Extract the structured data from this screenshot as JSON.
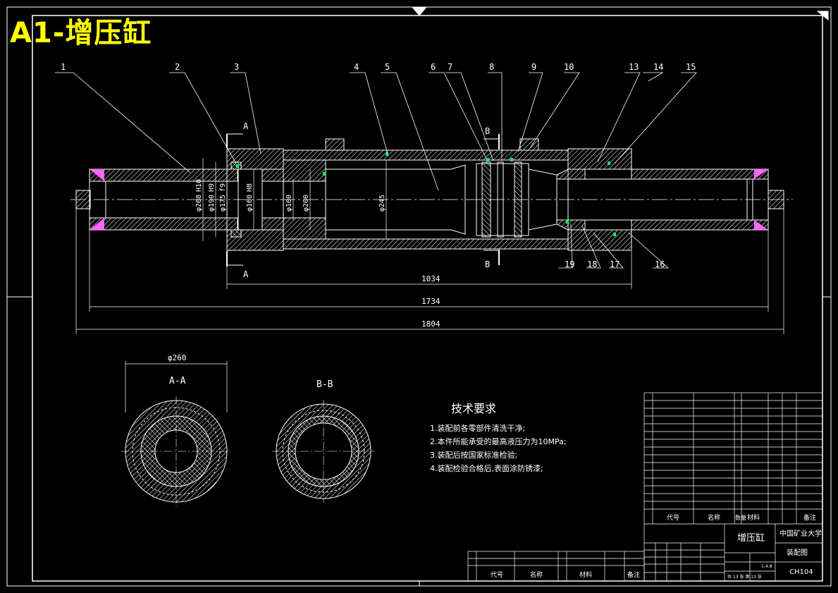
{
  "title": "A1-增压缸",
  "balloons": [
    "1",
    "2",
    "3",
    "4",
    "5",
    "6",
    "7",
    "8",
    "9",
    "10",
    "13",
    "14",
    "15",
    "19",
    "18",
    "17",
    "16"
  ],
  "section_marks": {
    "a": "A",
    "b": "B"
  },
  "diameters": {
    "d208": "φ208",
    "d190": "φ190",
    "d175": "φ175",
    "d160": "φ160",
    "d100": "φ100",
    "d200": "φ200",
    "d245": "φ245",
    "d260": "φ260"
  },
  "fits": {
    "h10": "H10",
    "h9": "H9",
    "f9": "f9",
    "h8": "H8"
  },
  "lengths": {
    "l1034": "1034",
    "l1734": "1734",
    "l1804": "1804"
  },
  "views": {
    "aa": "A-A",
    "bb": "B-B"
  },
  "tech_requirements": {
    "heading": "技术要求",
    "items": [
      "1.装配前各零部件清洗干净;",
      "2.本件所能承受的最高液压力为10MPa;",
      "3.装配后按国家标准检验;",
      "4.装配检验合格后,表面涂防锈漆;"
    ]
  },
  "title_block": {
    "part_name": "增压缸",
    "school": "中国矿业大学",
    "drawing_type": "装配图",
    "drawing_no": "CH104",
    "col_code": "代号",
    "col_name": "名称",
    "col_qty": "数量",
    "col_material": "材料",
    "col_remark": "备注",
    "scale": "1:4.8",
    "sheets": "共 13 张 第 13 张"
  }
}
